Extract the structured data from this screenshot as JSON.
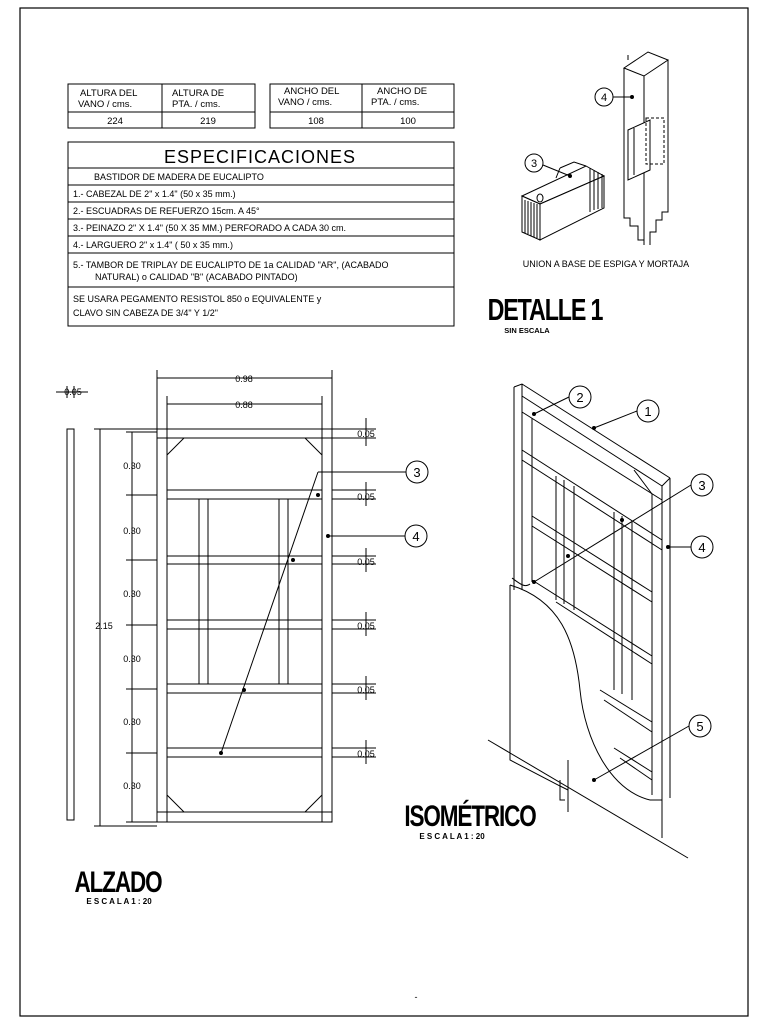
{
  "dims_table_1": {
    "headers": [
      "ALTURA DEL VANO / cms.",
      "ALTURA DE PTA. / cms."
    ],
    "header_lines": [
      [
        "ALTURA DEL",
        "VANO / cms."
      ],
      [
        "ALTURA DE",
        "PTA. / cms."
      ]
    ],
    "values": [
      "224",
      "219"
    ]
  },
  "dims_table_2": {
    "headers": [
      "ANCHO DEL VANO / cms.",
      "ANCHO DE PTA. / cms."
    ],
    "header_lines": [
      [
        "ANCHO DEL",
        "VANO / cms."
      ],
      [
        "ANCHO DE",
        "PTA. / cms."
      ]
    ],
    "values": [
      "108",
      "100"
    ]
  },
  "specs": {
    "title": "ESPECIFICACIONES",
    "subtitle": "BASTIDOR DE MADERA DE EUCALIPTO",
    "items": [
      "1.- CABEZAL DE 2\" x 1.4\" (50  x  35 mm.)",
      "2.- ESCUADRAS DE REFUERZO  15cm. A 45°",
      "3.- PEINAZO  2\" X 1.4\" (50 X 35 MM.) PERFORADO A CADA 30 cm.",
      "4.- LARGUERO 2\" x 1.4\" ( 50 x 35 mm.)"
    ],
    "item5_lines": [
      "5.- TAMBOR DE TRIPLAY DE EUCALIPTO DE 1a CALIDAD \"AR\", (ACABADO",
      "NATURAL) o CALIDAD \"B\" (ACABADO PINTADO)"
    ],
    "note_lines": [
      "SE USARA PEGAMENTO RESISTOL 850 o EQUIVALENTE y",
      "CLAVO SIN CABEZA DE 3/4\" Y 1/2\""
    ]
  },
  "detail": {
    "caption": "UNION A BASE DE ESPIGA Y MORTAJA",
    "title": "DETALLE 1",
    "scale": "SIN ESCALA",
    "callouts": [
      "4",
      "3"
    ]
  },
  "elevation": {
    "title": "ALZADO",
    "scale": "E S C A L A  1 : 20",
    "dim_total_width": "0.98",
    "dim_inner_width": "0.88",
    "dim_thickness": "0.05",
    "dim_height": "2.15",
    "dim_spacing": [
      "0.30",
      "0.30",
      "0.30",
      "0.30",
      "0.30",
      "0.30"
    ],
    "dim_rails": [
      "0.05",
      "0.05",
      "0.05",
      "0.05",
      "0.05",
      "0.05"
    ],
    "callouts": [
      "3",
      "4"
    ]
  },
  "isometric": {
    "title": "ISOMÉTRICO",
    "scale": "E S C A L A  1 : 20",
    "callouts": [
      "2",
      "1",
      "3",
      "4",
      "5"
    ]
  },
  "footer_mark": "-"
}
